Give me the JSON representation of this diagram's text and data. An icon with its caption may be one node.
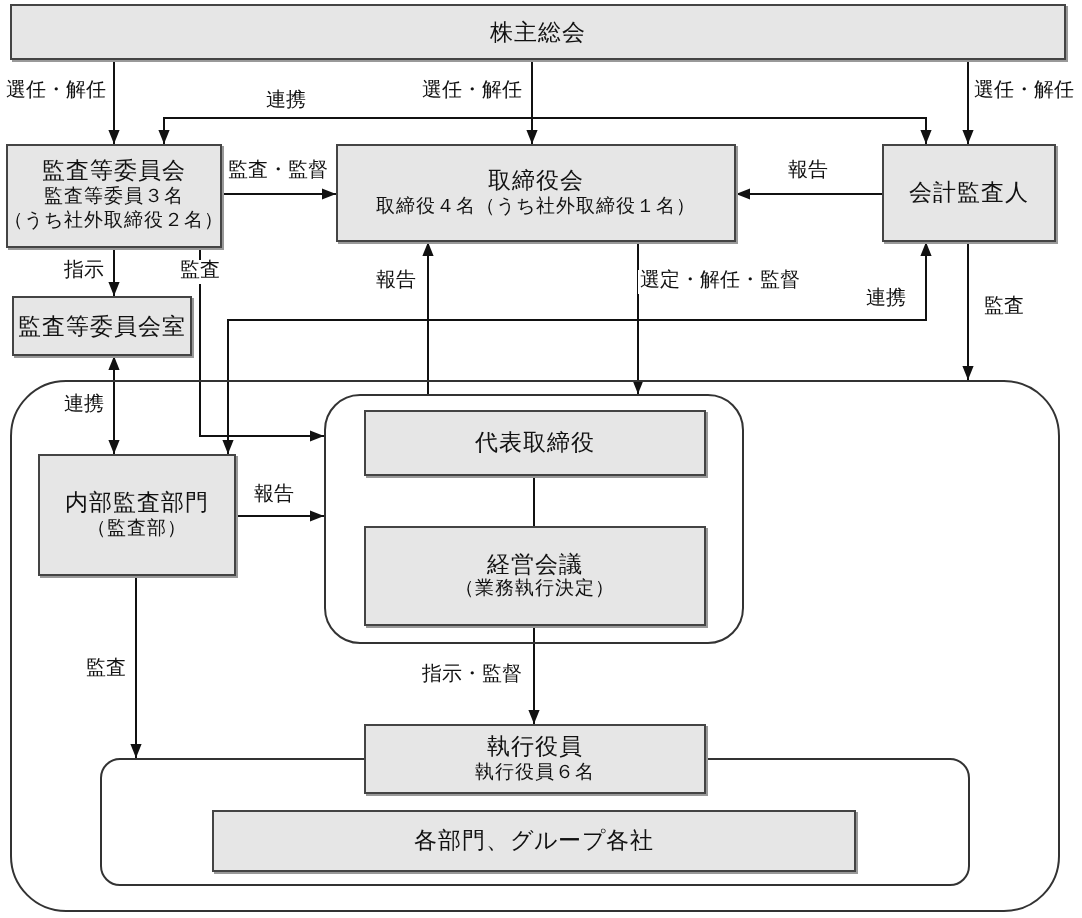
{
  "diagram": {
    "nodes": [
      {
        "text": [
          "株主総会"
        ]
      },
      {
        "text": [
          "監査等委員会",
          "監査等委員３名（うち社外取締役２名）"
        ]
      },
      {
        "text": [
          "取締役会",
          "取締役４名（うち社外取締役１名）"
        ]
      },
      {
        "text": [
          "会計監査人"
        ]
      },
      {
        "text": [
          "監査等委員会室"
        ]
      },
      {
        "text": [],
        "shape": "box"
      },
      {
        "text": [],
        "shape": "box",
        "in": 5
      },
      {
        "text": [
          "代表取締役"
        ],
        "in": 6
      },
      {
        "text": [
          "経営会議",
          "（業務執行決定）"
        ],
        "in": 6
      },
      {
        "text": [
          "内部監査部門",
          "（監査部）"
        ],
        "in": 5
      },
      {
        "text": [],
        "shape": "box",
        "in": 5
      },
      {
        "text": [
          "執行役員",
          "執行役員６名"
        ],
        "in": 5
      },
      {
        "text": [
          "各部門、グループ各社"
        ],
        "in": 10
      }
    ],
    "edges": [
      {
        "from": 0,
        "to": 1,
        "arrow": "to",
        "label": "選任・解任"
      },
      {
        "from": 0,
        "to": 2,
        "arrow": "to",
        "label": "選任・解任"
      },
      {
        "from": 0,
        "to": 3,
        "arrow": "to",
        "label": "選任・解任"
      },
      {
        "from": 1,
        "to": 3,
        "arrow": "both",
        "label": "連携"
      },
      {
        "from": 1,
        "to": 2,
        "arrow": "to",
        "label": "監査・監督"
      },
      {
        "from": 3,
        "to": 2,
        "arrow": "to",
        "label": "報告"
      },
      {
        "from": 1,
        "to": 4,
        "arrow": "to",
        "label": "指示"
      },
      {
        "from": 1,
        "to": 6,
        "arrow": "to",
        "label": "監査"
      },
      {
        "from": 3,
        "to": 9,
        "arrow": "both",
        "label": "連携"
      },
      {
        "from": 4,
        "to": 9,
        "arrow": "both",
        "label": "連携"
      },
      {
        "from": 6,
        "to": 2,
        "arrow": "to",
        "label": "報告"
      },
      {
        "from": 2,
        "to": 6,
        "arrow": "to",
        "label": "選定・解任・監督"
      },
      {
        "from": 3,
        "to": 5,
        "arrow": "to",
        "label": "監査"
      },
      {
        "from": 9,
        "to": 6,
        "arrow": "to",
        "label": "報告"
      },
      {
        "from": 7,
        "to": 8,
        "arrow": "none"
      },
      {
        "from": 8,
        "to": 11,
        "arrow": "to",
        "label": "指示・監督"
      },
      {
        "from": 9,
        "to": 10,
        "arrow": "to",
        "label": "監査"
      }
    ]
  }
}
